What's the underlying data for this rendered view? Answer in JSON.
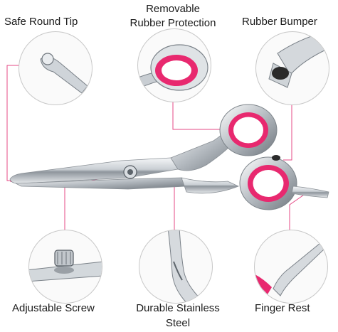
{
  "callouts": {
    "tip": "Safe Round Tip",
    "protection_line1": "Removable",
    "protection_line2": "Rubber Protection",
    "bumper": "Rubber Bumper",
    "screw": "Adjustable Screw",
    "steel_line1": "Durable Stainless",
    "steel_line2": "Steel",
    "rest": "Finger Rest"
  },
  "colors": {
    "accent": "#e8296f",
    "steel_light": "#e9ecef",
    "steel_dark": "#7a8188",
    "leader": "#e64a86"
  },
  "icons": [
    "scissors-image",
    "round-tip-detail",
    "rubber-ring-detail",
    "bumper-detail",
    "screw-detail",
    "steel-detail",
    "finger-rest-detail"
  ]
}
